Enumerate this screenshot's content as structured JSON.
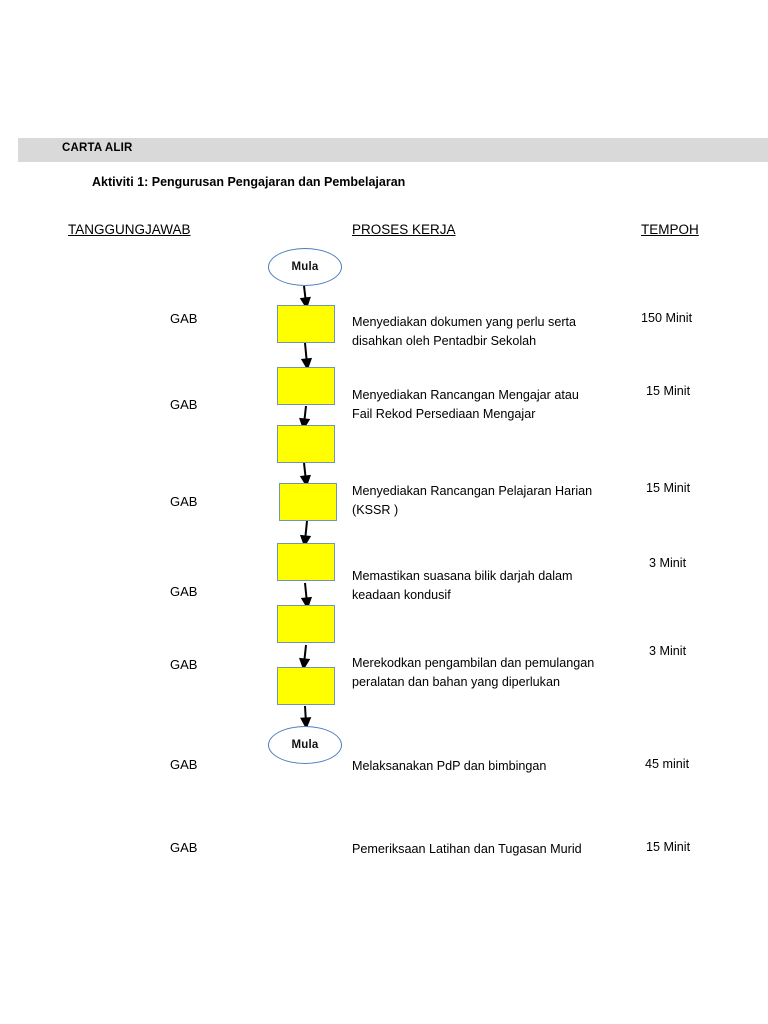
{
  "header": {
    "band_label": "CARTA ALIR",
    "band_color": "#d9d9d9",
    "activity_title": "Aktiviti 1: Pengurusan Pengajaran dan Pembelajaran"
  },
  "columns": {
    "responsibility": "TANGGUNGJAWAB",
    "process": "PROSES KERJA",
    "duration": "TEMPOH"
  },
  "flow": {
    "start_node": "Mula",
    "end_node": "Mula",
    "box_fill": "#ffff00",
    "box_border": "#7196b4",
    "ellipse_border": "#4a7ebb"
  },
  "rows": [
    {
      "responsibility": "GAB",
      "process_line1": "Menyediakan dokumen yang perlu serta",
      "process_line2": "disahkan oleh Pentadbir Sekolah",
      "duration": "150 Minit"
    },
    {
      "responsibility": "GAB",
      "process_line1": "Menyediakan Rancangan Mengajar atau",
      "process_line2": "Fail Rekod Persediaan Mengajar",
      "duration": "15 Minit"
    },
    {
      "responsibility": "GAB",
      "process_line1": "Menyediakan Rancangan Pelajaran Harian",
      "process_line2": "(KSSR )",
      "duration": "15 Minit"
    },
    {
      "responsibility": "GAB",
      "process_line1": "Memastikan suasana bilik darjah dalam",
      "process_line2": "keadaan kondusif",
      "duration": "3 Minit"
    },
    {
      "responsibility": "GAB",
      "process_line1": "Merekodkan pengambilan dan pemulangan",
      "process_line2": "peralatan dan bahan yang diperlukan",
      "duration": "3 Minit"
    },
    {
      "responsibility": "GAB",
      "process_line1": "Melaksanakan  PdP dan bimbingan",
      "process_line2": "",
      "duration": "45 minit"
    },
    {
      "responsibility": "GAB",
      "process_line1": "Pemeriksaan Latihan dan Tugasan Murid",
      "process_line2": "",
      "duration": "15 Minit"
    }
  ]
}
